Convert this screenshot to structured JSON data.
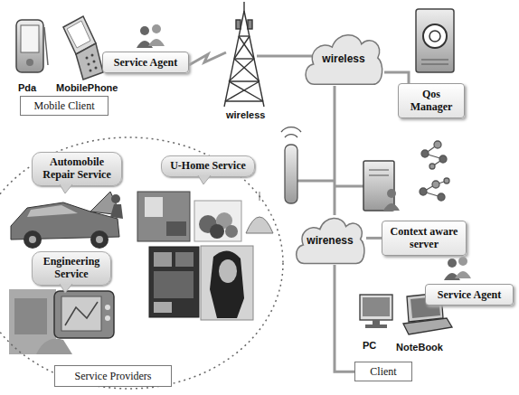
{
  "diagram": {
    "nodes": [
      {
        "text": [
          "Mobile Client"
        ]
      },
      {
        "text": [
          "Service Agent"
        ]
      },
      {
        "text": [
          "wireless"
        ]
      },
      {
        "text": [
          "Qos Manager"
        ]
      },
      {
        "text": [
          "Context aware server"
        ]
      },
      {
        "text": [
          "wireness"
        ]
      },
      {
        "text": [
          "Service Agent"
        ]
      },
      {
        "text": [
          "Client"
        ]
      },
      {
        "text": [
          "Service Providers"
        ]
      },
      {
        "text": [
          "Automobile Repair Service"
        ],
        "in": 8
      },
      {
        "text": [
          "U-Home Service"
        ],
        "in": 8
      },
      {
        "text": [
          "Engineering Service"
        ],
        "in": 8
      }
    ],
    "edges": [
      {
        "from": 2,
        "to": 3,
        "arrow": "none"
      },
      {
        "from": 2,
        "to": 5,
        "arrow": "none"
      },
      {
        "from": 5,
        "to": 4,
        "arrow": "none"
      },
      {
        "from": 5,
        "to": 7,
        "arrow": "none"
      }
    ],
    "labels": [
      "Pda",
      "MobilePhone",
      "wireless",
      "PC",
      "NoteBook"
    ]
  }
}
